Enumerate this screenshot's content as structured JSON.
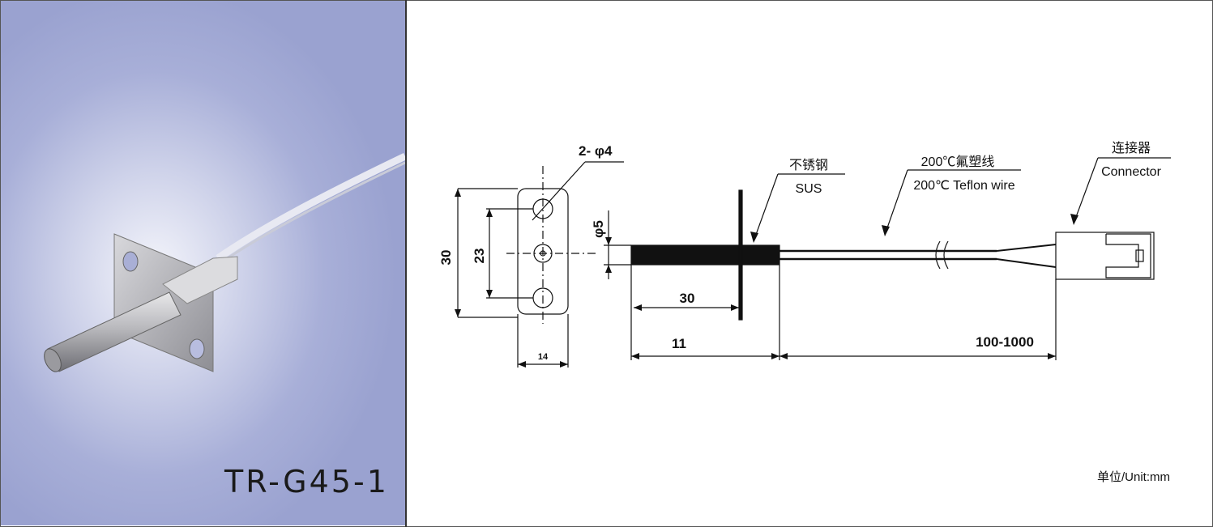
{
  "product": {
    "model": "TR-G45-1"
  },
  "drawing": {
    "hole_label": "2- φ4",
    "dim_30_plate": "30",
    "dim_23": "23",
    "dim_14": "14",
    "dim_phi5": "φ5",
    "dim_30_probe": "30",
    "dim_11": "11",
    "dim_cable": "100-1000",
    "material_cn": "不锈钢",
    "material_en": "SUS",
    "wire_cn": "200℃氟塑线",
    "wire_en": "200℃ Teflon wire",
    "connector_cn": "连接器",
    "connector_en": "Connector",
    "unit": "单位/Unit:mm"
  }
}
